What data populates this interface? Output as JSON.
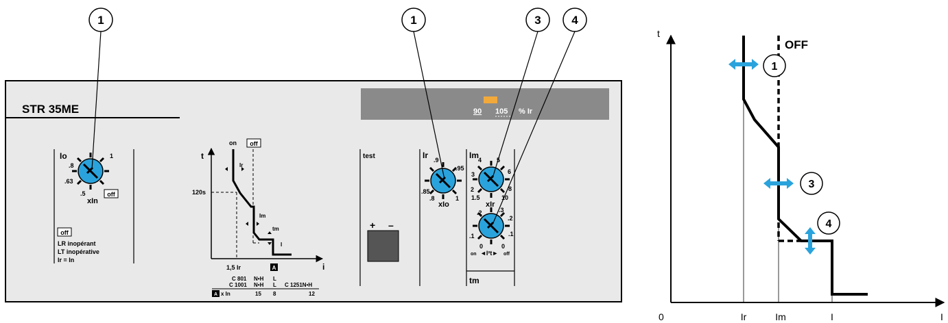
{
  "callouts": {
    "one": "1",
    "three": "3",
    "four": "4"
  },
  "unit": {
    "title": "STR 35ME",
    "io": {
      "label": "Io",
      "scale": [
        ".8",
        "1",
        ".63",
        ".5"
      ],
      "unit": "xIn",
      "off": "off"
    },
    "off_block": {
      "off": "off",
      "lines": [
        "LR inopérant",
        "LT inopérative",
        "Ir = In"
      ]
    },
    "mini_curve": {
      "t": "t",
      "on": "on",
      "off": "off",
      "s120": "120s",
      "ir": "Ir",
      "im": "Im",
      "tm": "tm",
      "i_small": "I",
      "x_ir": "1,5 Ir",
      "a_mark": "A",
      "i_axis": "i"
    },
    "rating_table": {
      "row1": [
        "C 801",
        "N•H",
        "L"
      ],
      "row2": [
        "C 1001",
        "N•H",
        "L"
      ],
      "row3_label": "C 1251N•H",
      "a_mark": "A",
      "x_in": "x In",
      "values": [
        "15",
        "8",
        "12"
      ]
    },
    "indicator": {
      "v1": "90",
      "v2": "105",
      "unit": "% Ir"
    },
    "test": {
      "label": "test",
      "plus": "+",
      "minus": "–"
    },
    "ir_dial": {
      "label": "Ir",
      "scale": [
        ".9",
        ".95",
        ".85",
        ".8",
        "1"
      ],
      "unit": "xIo"
    },
    "im_dial": {
      "label": "Im",
      "scale": [
        "4",
        "5",
        "3",
        "6",
        "2",
        "8",
        "1.5",
        "10"
      ],
      "unit": "xIr"
    },
    "tm_dial": {
      "scale": [
        ".3",
        ".2",
        ".2",
        ".1",
        ".1",
        "0",
        "0"
      ],
      "on": "on",
      "i2t": "◄I²t►",
      "off": "off",
      "label": "tm"
    }
  },
  "curve": {
    "t_axis": "t",
    "i_axis": "I",
    "origin": "0",
    "x_ticks": [
      "Ir",
      "Im",
      "I"
    ],
    "off_label": "OFF",
    "callouts": [
      "1",
      "3",
      "4"
    ]
  },
  "colors": {
    "panel": "#e9e9e9",
    "dial": "#2aa3dc",
    "arrow": "#2aa3dc",
    "indicator_bar": "#8a8a8a",
    "indicator_led": "#f2a93b",
    "test_button": "#555555"
  }
}
